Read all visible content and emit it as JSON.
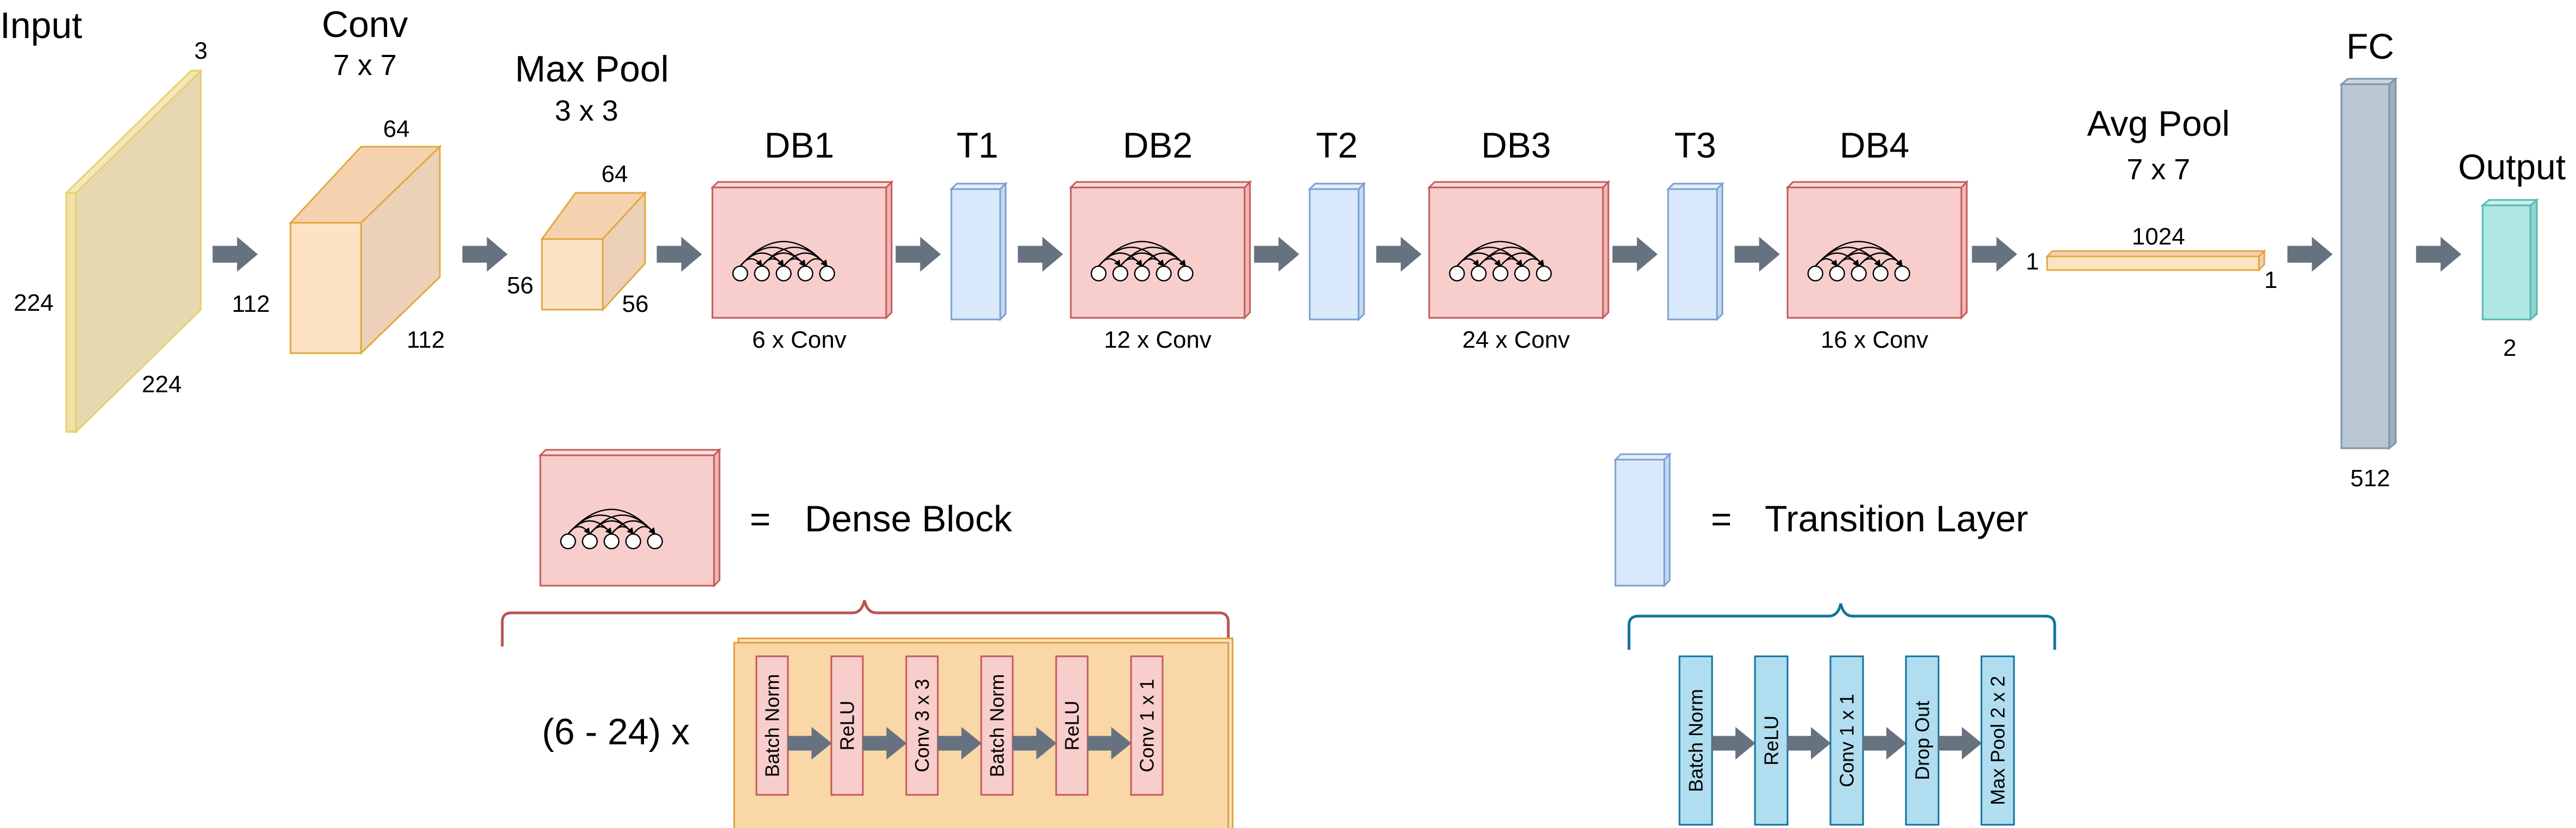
{
  "colors": {
    "input_face": "#e6d8b0",
    "input_edge": "#f2e1a8",
    "input_stroke": "#e8d16a",
    "conv_front": "#fde2c4",
    "conv_top": "#f4d2b0",
    "conv_side": "#ecd0b8",
    "conv_stroke": "#e0a93c",
    "dense_fill": "#f8cecc",
    "dense_stroke": "#c45a5a",
    "trans_fill": "#dae8fc",
    "trans_stroke": "#7a9fd0",
    "fc_fill": "#b9c7d2",
    "fc_stroke": "#7d94a8",
    "output_fill": "#b0e6e3",
    "output_stroke": "#54b8b2",
    "arrow": "#66727f",
    "db_detail_bg": "#f9d7a7",
    "db_detail_stroke": "#e09e3a",
    "db_layer_fill": "#f8cecc",
    "db_layer_stroke": "#c45a5a",
    "tl_layer_fill": "#b1ddf0",
    "tl_layer_stroke": "#10739e",
    "brace_red": "#b85450",
    "brace_blue": "#10739e"
  },
  "icons": [
    "right-arrow-icon",
    "dense-connection-icon",
    "brace-icon"
  ],
  "labels": {
    "input": {
      "title": "Input",
      "depth": "3",
      "height": "224",
      "width": "224"
    },
    "conv": {
      "title": "Conv",
      "kernel": "7 x 7",
      "depth": "64",
      "height": "112",
      "width": "112"
    },
    "maxpool": {
      "title": "Max Pool",
      "kernel": "3 x 3",
      "depth": "64",
      "height": "56",
      "width": "56"
    },
    "db1": {
      "title": "DB1",
      "count": "6 x Conv"
    },
    "t1": {
      "title": "T1"
    },
    "db2": {
      "title": "DB2",
      "count": "12 x Conv"
    },
    "t2": {
      "title": "T2"
    },
    "db3": {
      "title": "DB3",
      "count": "24 x Conv"
    },
    "t3": {
      "title": "T3"
    },
    "db4": {
      "title": "DB4",
      "count": "16 x Conv"
    },
    "avgpool": {
      "title": "Avg Pool",
      "kernel": "7 x 7",
      "depth": "1024",
      "left": "1",
      "right": "1"
    },
    "fc": {
      "title": "FC",
      "size": "512"
    },
    "output": {
      "title": "Output",
      "size": "2"
    }
  },
  "legend": {
    "dense_block": {
      "equals": "=",
      "label": "Dense Block"
    },
    "transition": {
      "equals": "=",
      "label": "Transition Layer"
    }
  },
  "dense_detail": {
    "repeat": "(6 - 24)  x",
    "layers": [
      "Batch Norm",
      "ReLU",
      "Conv  3 x 3",
      "Batch Norm",
      "ReLU",
      "Conv  1 x 1"
    ]
  },
  "transition_detail": {
    "layers": [
      "Batch Norm",
      "ReLU",
      "Conv  1 x 1",
      "Drop Out",
      "Max Pool 2 x 2"
    ]
  }
}
